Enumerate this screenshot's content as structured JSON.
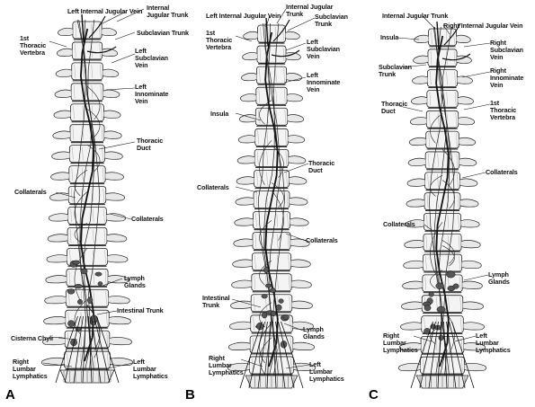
{
  "panels": [
    {
      "letter": "A",
      "labels": {
        "left_internal_jugular_vein": "Left Internal Jugular Vein",
        "internal_jugular_trunk": "Internal\nJugular Trunk",
        "subclavian_trunk": "Subclavian Trunk",
        "first_thoracic_vertebra": "1st\nThoracic\nVertebra",
        "left_subclavian_vein": "Left\nSubclavian\nVein",
        "left_innominate_vein": "Left\nInnominate\nVein",
        "thoracic_duct": "Thoracic\nDuct",
        "collaterals_left": "Collaterals",
        "collaterals_right": "Collaterals",
        "lymph_glands": "Lymph\nGlands",
        "intestinal_trunk": "Intestinal Trunk",
        "cisterna_chyli": "Cisterna Chyli",
        "right_lumbar_lymphatics": "Right\nLumbar\nLymphatics",
        "left_lumbar_lymphatics": "Left\nLumbar\nLymphatics"
      }
    },
    {
      "letter": "B",
      "labels": {
        "left_internal_jugular_vein": "Left Internal Jugular Vein",
        "internal_jugular_trunk": "Internal Jugular\nTrunk",
        "subclavian_trunk": "Subclavian\nTrunk",
        "first_thoracic_vertebra": "1st\nThoracic\nVertebra",
        "left_subclavian_vein": "Left\nSubclavian\nVein",
        "left_innominate_vein": "Left\nInnominate\nVein",
        "insula": "Insula",
        "thoracic_duct": "Thoracic\nDuct",
        "collaterals_left": "Collaterals",
        "collaterals_right": "Collaterals",
        "intestinal_trunk": "Intestinal\nTrunk",
        "lymph_glands": "Lymph\nGlands",
        "right_lumbar_lymphatics": "Right\nLumbar\nLymphatics",
        "left_lumbar_lymphatics": "Left\nLumbar\nLymphatics"
      }
    },
    {
      "letter": "C",
      "labels": {
        "internal_jugular_trunk": "Internal Jugular Trunk",
        "right_internal_jugular_vein": "Right Internal Jugular Vein",
        "insula": "Insula",
        "right_subclavian_vein": "Right\nSubclavian\nVein",
        "subclavian_trunk": "Subclavian\nTrunk",
        "right_innominate_vein": "Right\nInnominate\nVein",
        "thoracic_duct": "Thoracic\nDuct",
        "first_thoracic_vertebra": "1st\nThoracic\nVertebra",
        "collaterals_right": "Collaterals",
        "collaterals_left": "Collaterals",
        "lymph_glands": "Lymph\nGlands",
        "right_lumbar_lymphatics": "Right\nLumbar\nLymphatics",
        "left_lumbar_lymphatics": "Left\nLumbar\nLymphatics"
      }
    }
  ]
}
